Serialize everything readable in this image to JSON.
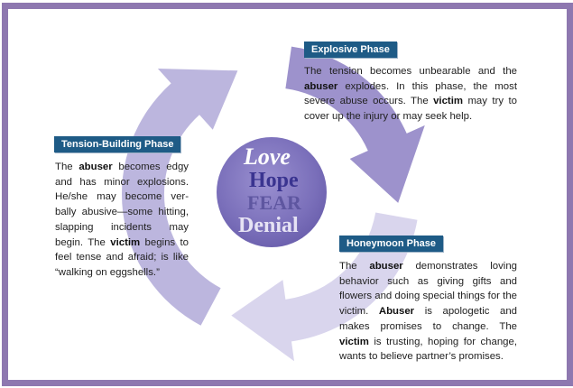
{
  "colors": {
    "border": "#8e78b0",
    "label_bg": "#1e5b86",
    "arrow_left": "#bcb6de",
    "arrow_top_right": "#9d92cc",
    "arrow_bottom": "#d9d5ed"
  },
  "center": {
    "words": [
      "Love",
      "Hope",
      "FEAR",
      "Denial"
    ]
  },
  "phases": {
    "explosive": {
      "title": "Explosive Phase",
      "text": [
        {
          "t": "The tension becomes unbearable and the "
        },
        {
          "t": "abuser",
          "b": true
        },
        {
          "t": " explodes. In this phase, the most severe abuse occurs. The "
        },
        {
          "t": "victim",
          "b": true
        },
        {
          "t": " may try to cover up the injury or may seek help."
        }
      ]
    },
    "tension": {
      "title": "Tension-Building Phase",
      "text": [
        {
          "t": "The "
        },
        {
          "t": "abuser",
          "b": true
        },
        {
          "t": " becomes edgy and has minor explosions. He/she may become ver-bally abusive—some hitting, slapping incidents may begin. The "
        },
        {
          "t": "victim",
          "b": true
        },
        {
          "t": " begins to feel tense and afraid; is like “walking on eggshells.”"
        }
      ]
    },
    "honeymoon": {
      "title": "Honeymoon Phase",
      "text": [
        {
          "t": "The "
        },
        {
          "t": "abuser",
          "b": true
        },
        {
          "t": " demonstrates loving behavior such as giving gifts and flowers and doing special things for the victim. "
        },
        {
          "t": "Abuser",
          "b": true
        },
        {
          "t": " is apologetic and makes promises to change. The "
        },
        {
          "t": "victim",
          "b": true
        },
        {
          "t": " is trusting, hoping for change, wants to believe partner’s promises."
        }
      ]
    }
  }
}
